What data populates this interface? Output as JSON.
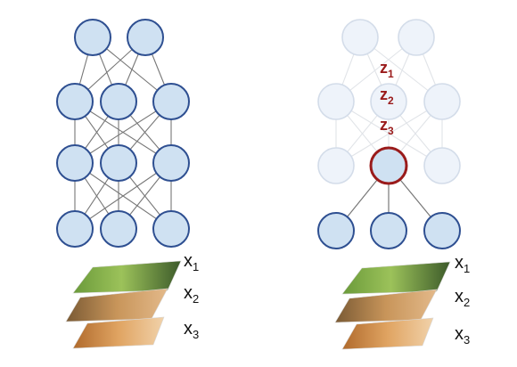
{
  "colors": {
    "node_fill": "#cfe1f2",
    "node_stroke": "#2e4f91",
    "edge": "#777777",
    "faded_node_fill": "#eef3fa",
    "faded_node_stroke": "#d3dce9",
    "faded_edge": "#e1e4e8",
    "highlight_stroke": "#9a1b1b",
    "z_label": "#9a1b1b"
  },
  "left_network": {
    "inputs": [
      {
        "name": "x",
        "sub": "1"
      },
      {
        "name": "x",
        "sub": "2"
      },
      {
        "name": "x",
        "sub": "3"
      }
    ]
  },
  "right_network": {
    "codes": [
      {
        "name": "z",
        "sub": "1"
      },
      {
        "name": "z",
        "sub": "2"
      },
      {
        "name": "z",
        "sub": "3"
      }
    ],
    "inputs": [
      {
        "name": "x",
        "sub": "1"
      },
      {
        "name": "x",
        "sub": "2"
      },
      {
        "name": "x",
        "sub": "3"
      }
    ]
  }
}
